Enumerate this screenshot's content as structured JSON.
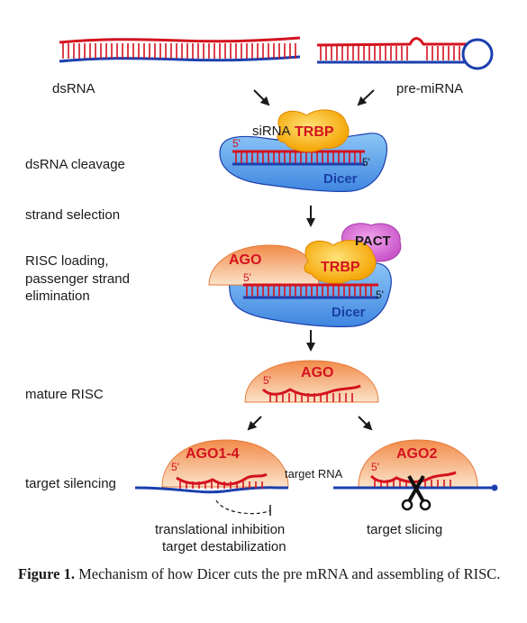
{
  "labels": {
    "dsrna": "dsRNA",
    "pre_mirna": "pre-miRNA",
    "sirna": "siRNA",
    "dsrna_cleavage": "dsRNA cleavage",
    "strand_selection": "strand selection",
    "risc_loading_1": "RISC loading,",
    "risc_loading_2": "passenger strand",
    "risc_loading_3": "elimination",
    "mature_risc": "mature RISC",
    "target_silencing": "target silencing",
    "target_rna": "target RNA",
    "translational_inhibition": "translational inhibition",
    "target_destabilization": "target destabilization",
    "target_slicing": "target slicing"
  },
  "proteins": {
    "trbp": "TRBP",
    "dicer": "Dicer",
    "ago": "AGO",
    "pact": "PACT",
    "ago1_4": "AGO1-4",
    "ago2": "AGO2"
  },
  "end_marks": {
    "five_prime": "5'"
  },
  "caption": {
    "label": "Figure 1.",
    "text": "Mechanism of how Dicer cuts the pre mRNA and assembling of RISC."
  },
  "colors": {
    "rna_red": "#d4121e",
    "rna_blue": "#1b3fae",
    "dicer_blue": "#5aa0e8",
    "trbp_orange": "#f7a600",
    "ago_orange": "#f49b5f",
    "pact_pink": "#d86ad6"
  }
}
